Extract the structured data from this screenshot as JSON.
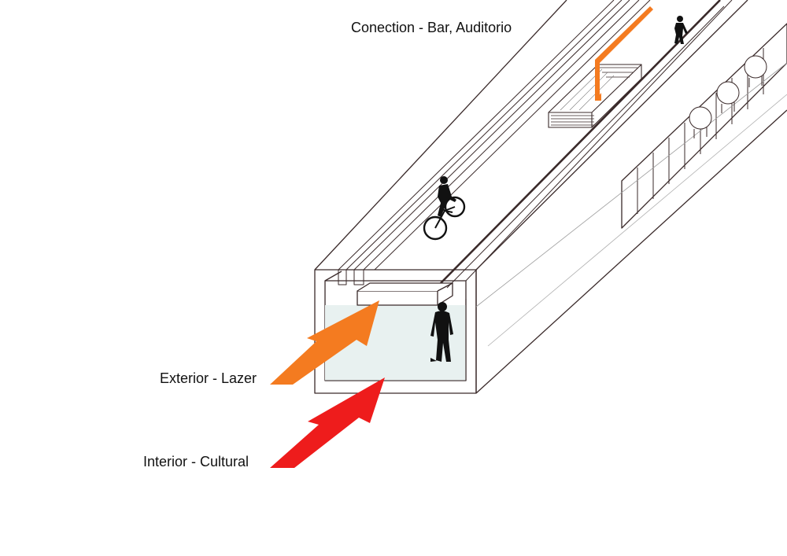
{
  "labels": {
    "connection": "Conection - Bar, Auditorio",
    "exterior": "Exterior - Lazer",
    "interior": "Interior - Cultural"
  },
  "colors": {
    "exterior_arrow": "#f47b20",
    "interior_arrow": "#ee1c1c",
    "connection_arrow": "#f47b20",
    "line": "#3a2a2a",
    "interior_fill": "#e8f1f0",
    "figure": "#111111"
  },
  "icons": {
    "pedestrian": "person-walking-icon",
    "cyclist": "person-cycling-icon",
    "upper_pedestrian": "person-walking-small-icon"
  }
}
